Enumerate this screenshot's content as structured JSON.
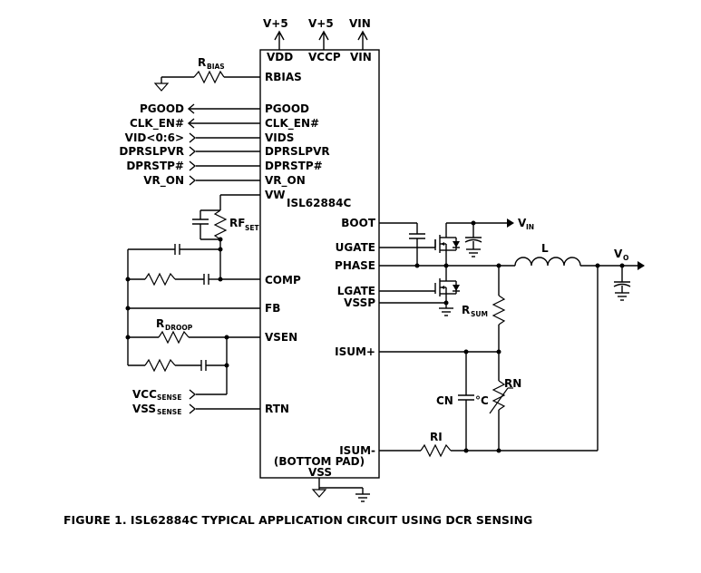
{
  "supplies": {
    "vdd_rail": "V+5",
    "vccp_rail": "V+5",
    "vin_rail": "VIN"
  },
  "chip": {
    "name": "ISL62884C",
    "pins_top": {
      "vdd": "VDD",
      "vccp": "VCCP",
      "vin": "VIN"
    },
    "pins_left": {
      "rbias": "RBIAS",
      "pgood": "PGOOD",
      "clk_en": "CLK_EN#",
      "vids": "VIDS",
      "dprslpvr": "DPRSLPVR",
      "dprstp": "DPRSTP#",
      "vr_on": "VR_ON",
      "vw": "VW",
      "comp": "COMP",
      "fb": "FB",
      "vsen": "VSEN",
      "rtn": "RTN"
    },
    "pins_right": {
      "boot": "BOOT",
      "ugate": "UGATE",
      "phase": "PHASE",
      "lgate": "LGATE",
      "vssp": "VSSP",
      "isum_plus": "ISUM+",
      "isum_minus": "ISUM-"
    },
    "bottom_pad": "(BOTTOM PAD)",
    "vss": "VSS"
  },
  "signals": {
    "pgood": "PGOOD",
    "clk_en": "CLK_EN#",
    "vid": "VID<0:6>",
    "dprslpvr": "DPRSLPVR",
    "dprstp": "DPRSTP#",
    "vr_on": "VR_ON",
    "vcc_sense": "VCC",
    "vcc_sense_sub": "SENSE",
    "vss_sense": "VSS",
    "vss_sense_sub": "SENSE"
  },
  "components": {
    "rbias": "R",
    "rbias_sub": "BIAS",
    "rfset": "RF",
    "rfset_sub": "SET",
    "rdroop": "R",
    "rdroop_sub": "DROOP",
    "rsum": "R",
    "rsum_sub": "SUM",
    "rn": "RN",
    "cn": "CN",
    "ri": "RI",
    "inductor": "L",
    "vin_out": "V",
    "vin_out_sub": "IN",
    "vo": "V",
    "vo_sub": "O",
    "thermistor_mark": "°C"
  },
  "caption": "FIGURE 1. ISL62884C TYPICAL APPLICATION CIRCUIT USING DCR SENSING"
}
